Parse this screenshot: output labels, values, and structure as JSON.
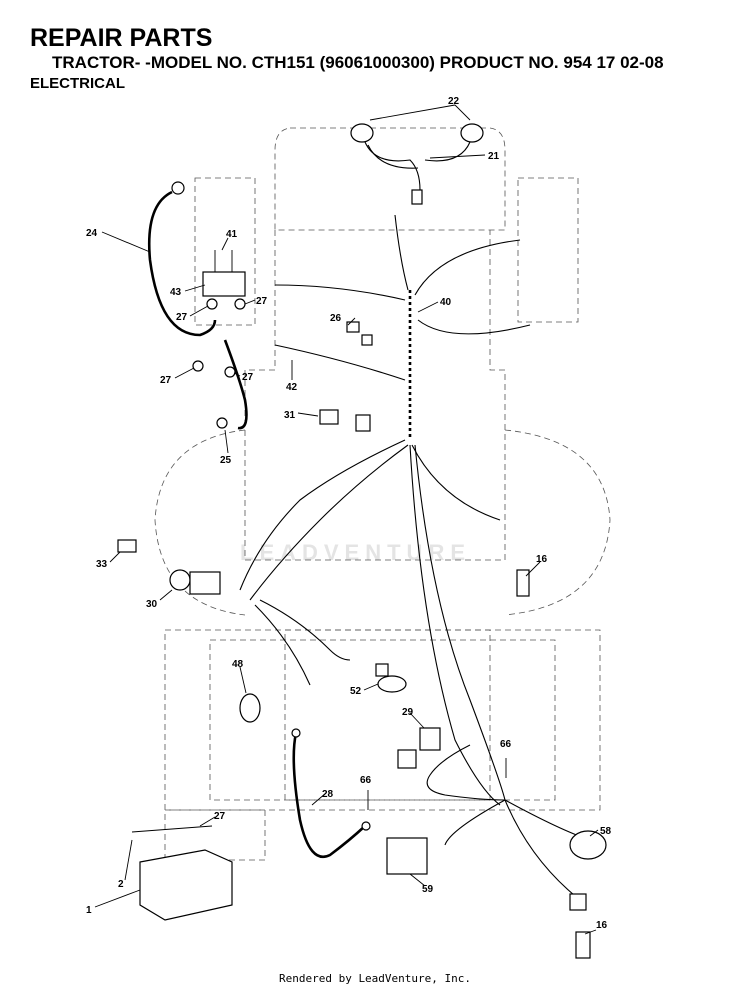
{
  "header": {
    "title": "REPAIR PARTS",
    "subtitle": "TRACTOR- -MODEL NO. CTH151 (96061000300) PRODUCT NO. 954 17 02-08",
    "section": "ELECTRICAL"
  },
  "watermark": "LEADVENTURE",
  "footer": "Rendered by LeadVenture, Inc.",
  "part_labels": {
    "p22": "22",
    "p21": "21",
    "p24": "24",
    "p41": "41",
    "p43": "43",
    "p27a": "27",
    "p27b": "27",
    "p27c": "27",
    "p27d": "27",
    "p27e": "27",
    "p26": "26",
    "p40": "40",
    "p42": "42",
    "p31": "31",
    "p25": "25",
    "p33": "33",
    "p30": "30",
    "p16a": "16",
    "p16b": "16",
    "p48": "48",
    "p52": "52",
    "p29": "29",
    "p66a": "66",
    "p66b": "66",
    "p28": "28",
    "p58": "58",
    "p59": "59",
    "p2": "2",
    "p1": "1"
  }
}
